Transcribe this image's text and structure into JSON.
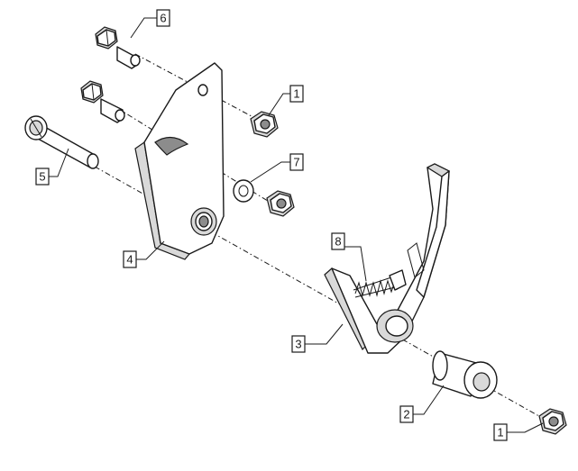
{
  "diagram": {
    "callouts": [
      {
        "id": "c1a",
        "label": "1"
      },
      {
        "id": "c1b",
        "label": "1"
      },
      {
        "id": "c2",
        "label": "2"
      },
      {
        "id": "c3",
        "label": "3"
      },
      {
        "id": "c4",
        "label": "4"
      },
      {
        "id": "c5",
        "label": "5"
      },
      {
        "id": "c6",
        "label": "6"
      },
      {
        "id": "c7",
        "label": "7"
      },
      {
        "id": "c8",
        "label": "8"
      }
    ]
  }
}
